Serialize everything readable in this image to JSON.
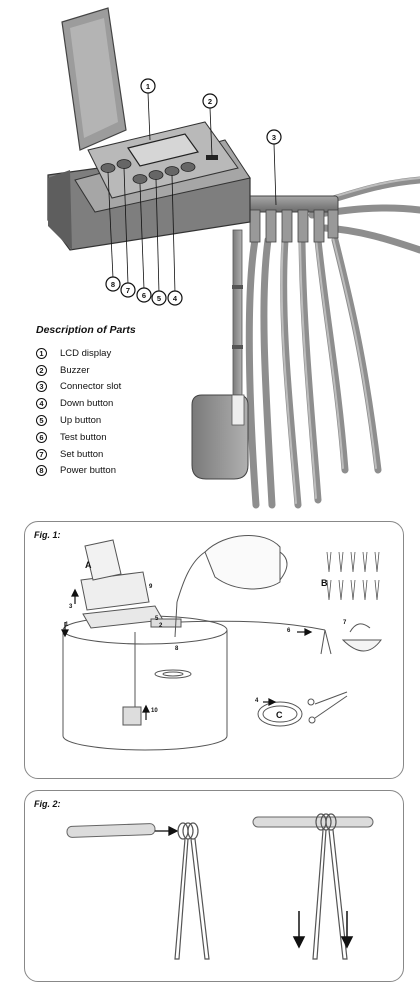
{
  "callouts": [
    "1",
    "2",
    "3",
    "4",
    "5",
    "6",
    "7",
    "8"
  ],
  "description": {
    "title": "Description of Parts",
    "parts": [
      {
        "num": "1",
        "label": "LCD display"
      },
      {
        "num": "2",
        "label": "Buzzer"
      },
      {
        "num": "3",
        "label": "Connector slot"
      },
      {
        "num": "4",
        "label": "Down button"
      },
      {
        "num": "5",
        "label": "Up button"
      },
      {
        "num": "6",
        "label": "Test button"
      },
      {
        "num": "7",
        "label": "Set button"
      },
      {
        "num": "8",
        "label": "Power button"
      }
    ]
  },
  "fig1": {
    "label": "Fig. 1:",
    "letters": {
      "a": "A",
      "b": "B",
      "c": "C"
    },
    "steps": {
      "s1": "1",
      "s2": "2",
      "s3": "3",
      "s4": "4",
      "s5": "5",
      "s6": "6",
      "s7": "7",
      "s8": "8",
      "s9": "9",
      "s10": "10"
    }
  },
  "fig2": {
    "label": "Fig. 2:"
  }
}
